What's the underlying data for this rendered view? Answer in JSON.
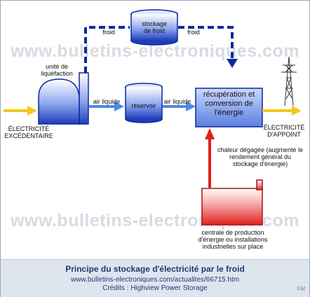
{
  "watermark": "www.bulletins-electroniques.com",
  "labels": {
    "storage_cold": "stockage\nde froid",
    "froid_left": "froid",
    "froid_right": "froid",
    "liquefaction_unit": "unité de\nliquéfaction",
    "air_liquide_1": "air liquide",
    "air_liquide_2": "air liquide",
    "reservoir": "réservoir",
    "recovery": "récupération et\nconversion de\nl'énergie",
    "excess_electricity": "ÉLECTRICITÉ\nEXCÉDENTAIRE",
    "backup_electricity": "ÉLECTRICITÉ\nD'APPOINT",
    "heat_released": "chaleur dégagée (augmente le\nrendement général du\nstockage d'énergie)",
    "power_plant": "centrale de production\nd'énergie ou installations\nindustrielles sur place"
  },
  "caption": {
    "title": "Principe du stockage d'électricité par le froid",
    "url": "www.bulletins-electroniques.com/actualites/66715.htm",
    "credits": "Crédits : Highview Power Storage",
    "signature": "FM"
  },
  "colors": {
    "blue_dark": "#0b2a9c",
    "blue_arrow": "#4a8be8",
    "red": "#e0201c",
    "yellow": "#f2c81a",
    "caption_bg": "#dfe5ef"
  }
}
